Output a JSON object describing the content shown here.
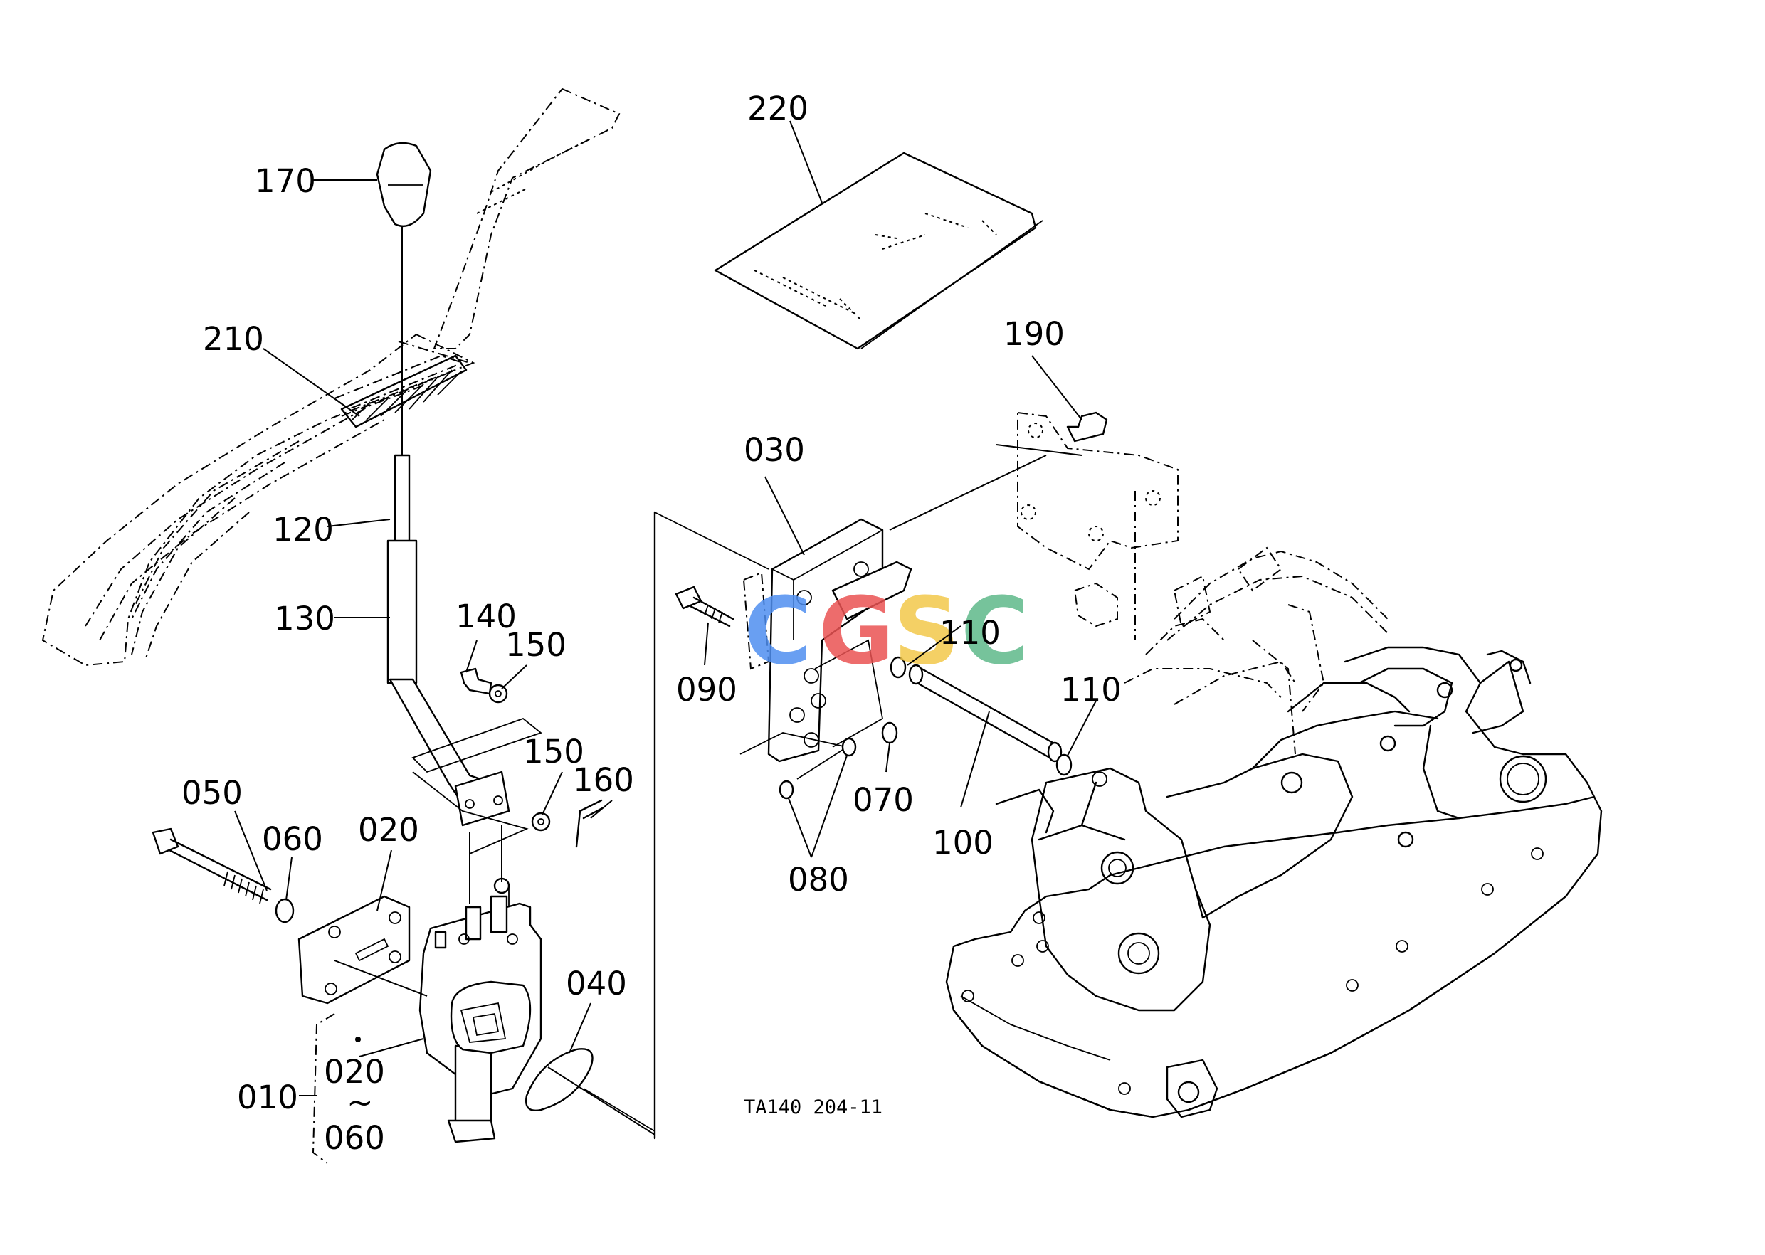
{
  "diagram_code": "TA140 204-11",
  "watermark_text": "CGSC",
  "watermark_colors": [
    "#4f8ff0",
    "#ea5353",
    "#f3c84b",
    "#5fb98a"
  ],
  "labels": {
    "p170": "170",
    "p210": "210",
    "p120": "120",
    "p130": "130",
    "p140": "140",
    "p150a": "150",
    "p150b": "150",
    "p160": "160",
    "p050": "050",
    "p060": "060",
    "p020": "020",
    "p040": "040",
    "p010": "010",
    "p020b": "020",
    "range_sym": "~",
    "p060b": "060",
    "p220": "220",
    "p190": "190",
    "p030": "030",
    "p090": "090",
    "p110a": "110",
    "p110b": "110",
    "p070": "070",
    "p100": "100",
    "p080": "080"
  }
}
